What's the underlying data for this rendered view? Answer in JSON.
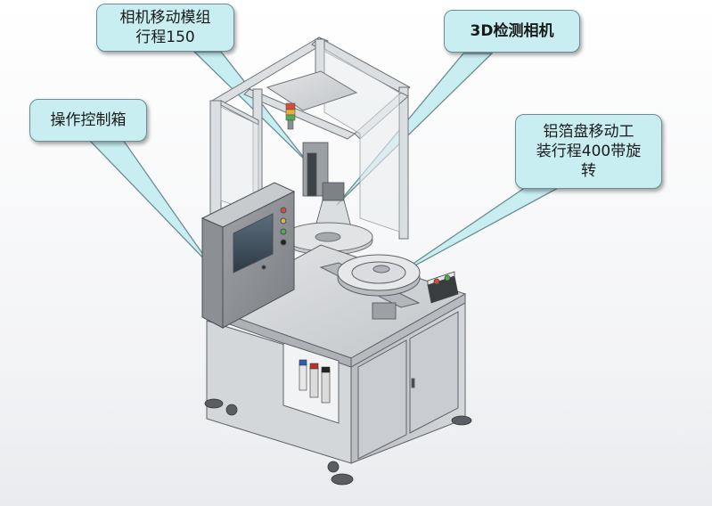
{
  "callouts": {
    "camera_module": {
      "line1": "相机移动模组",
      "line2": "行程150"
    },
    "camera_3d": {
      "line1": "3D检测相机"
    },
    "control_box": {
      "line1": "操作控制箱"
    },
    "foil_tray": {
      "line1": "铝箔盘移动工",
      "line2": "装行程400带旋",
      "line3": "转"
    }
  },
  "colors": {
    "callout_fill": "#c8eef2",
    "callout_border": "#6b8d93",
    "frame": "#d9dcde",
    "panel": "#a9adb1",
    "cabinet": "#c4c7ca"
  }
}
